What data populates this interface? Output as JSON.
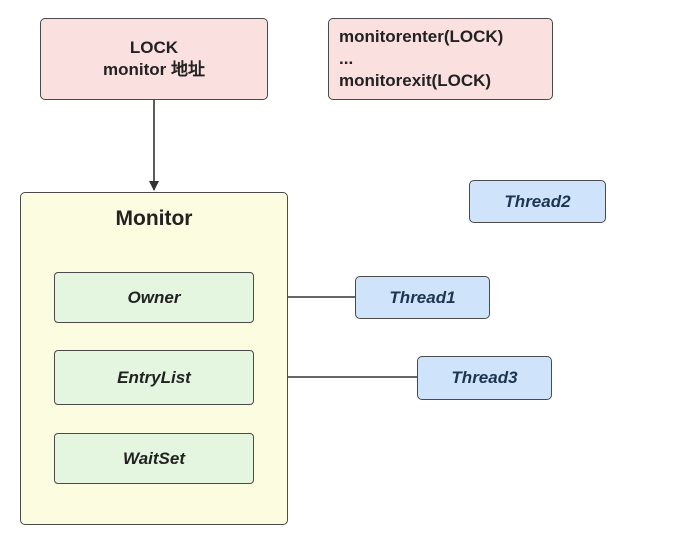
{
  "lock": {
    "line1": "LOCK",
    "line2": "monitor 地址"
  },
  "code": {
    "line1": "monitorenter(LOCK)",
    "line2": "...",
    "line3": "monitorexit(LOCK)"
  },
  "monitor": {
    "title": "Monitor",
    "owner": "Owner",
    "entry_list": "EntryList",
    "wait_set": "WaitSet"
  },
  "threads": {
    "thread1": "Thread1",
    "thread2": "Thread2",
    "thread3": "Thread3"
  },
  "colors": {
    "pink_fill": "#fbe0e0",
    "monitor_fill": "#fcfde0",
    "slot_fill": "#e5f6e0",
    "thread_fill": "#cfe4fb",
    "border": "#4a4a4a"
  }
}
